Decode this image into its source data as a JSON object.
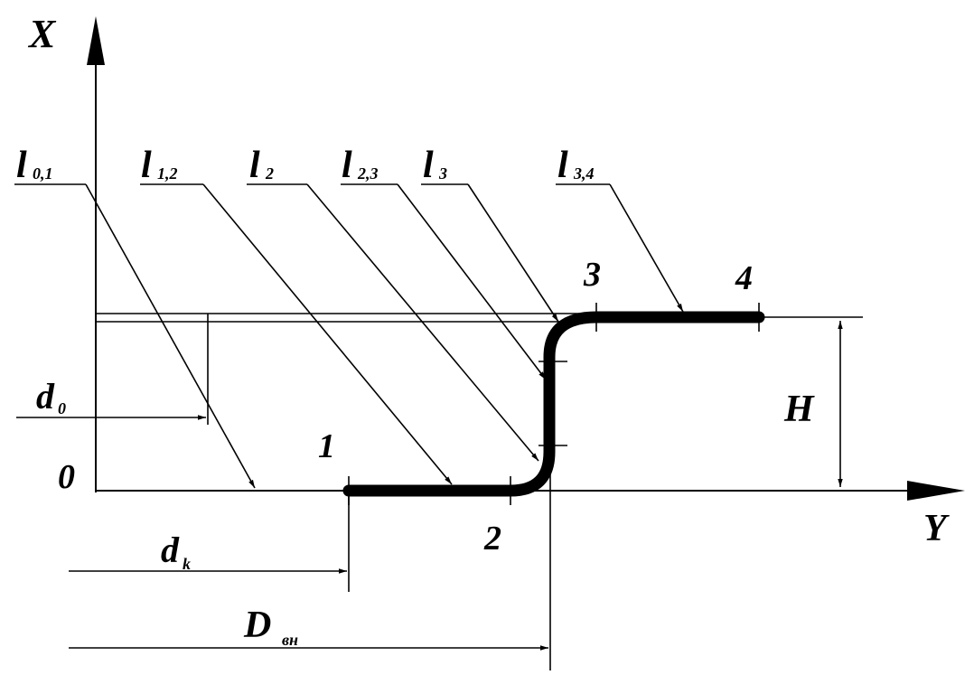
{
  "axes": {
    "x_label": "X",
    "y_label": "Y",
    "origin_label": "0"
  },
  "points": [
    "1",
    "2",
    "3",
    "4"
  ],
  "leaders": [
    {
      "main": "l",
      "sub": "0,1"
    },
    {
      "main": "l",
      "sub": "1,2"
    },
    {
      "main": "l",
      "sub": "2"
    },
    {
      "main": "l",
      "sub": "2,3"
    },
    {
      "main": "l",
      "sub": "3"
    },
    {
      "main": "l",
      "sub": "3,4"
    }
  ],
  "dimensions": {
    "d0": {
      "main": "d",
      "sub": "0"
    },
    "dk": {
      "main": "d",
      "sub": "k"
    },
    "dvn": {
      "main": "D",
      "sub": "вн"
    },
    "height": "H"
  }
}
